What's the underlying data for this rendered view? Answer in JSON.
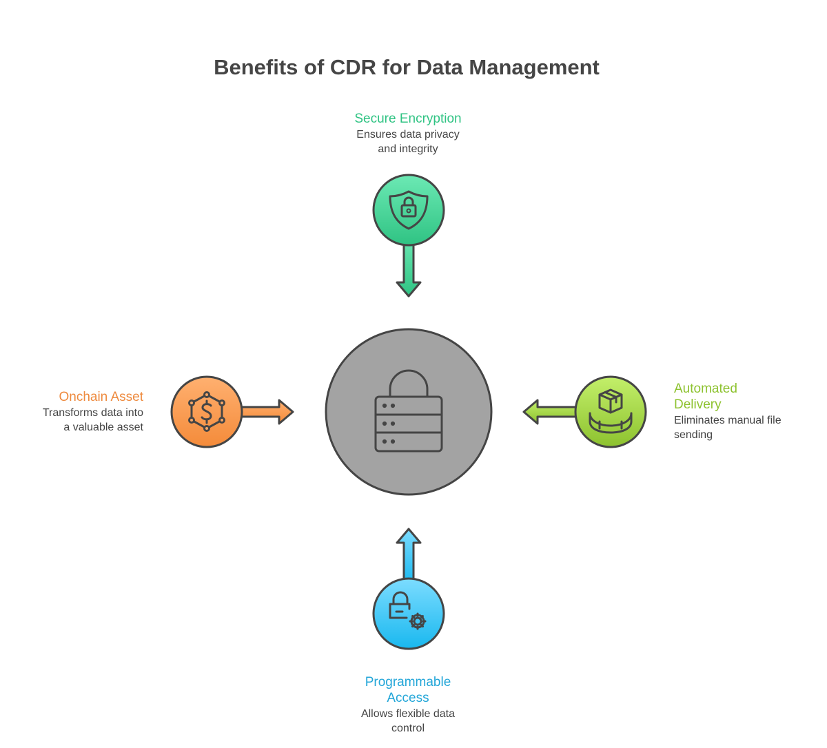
{
  "title": "Benefits of CDR for Data Management",
  "colors": {
    "secure": "#2fc383",
    "onchain": "#ee8a3e",
    "automated": "#8dc22f",
    "programmable": "#23a6d8",
    "hub": "#a3a3a3",
    "stroke": "#454545"
  },
  "hub": {
    "icon": "database-lock-icon"
  },
  "benefits": {
    "secure_encryption": {
      "title": "Secure Encryption",
      "description_lines": [
        "Ensures data privacy",
        "and integrity"
      ],
      "icon": "shield-lock-icon"
    },
    "onchain_asset": {
      "title": "Onchain Asset",
      "description_lines": [
        "Transforms data into",
        "a valuable asset"
      ],
      "icon": "dollar-network-icon"
    },
    "automated_delivery": {
      "title_lines": [
        "Automated",
        "Delivery"
      ],
      "description_lines": [
        "Eliminates manual file",
        "sending"
      ],
      "icon": "package-delivery-icon"
    },
    "programmable_access": {
      "title_lines": [
        "Programmable",
        "Access"
      ],
      "description_lines": [
        "Allows flexible data",
        "control"
      ],
      "icon": "lock-gear-icon"
    }
  }
}
